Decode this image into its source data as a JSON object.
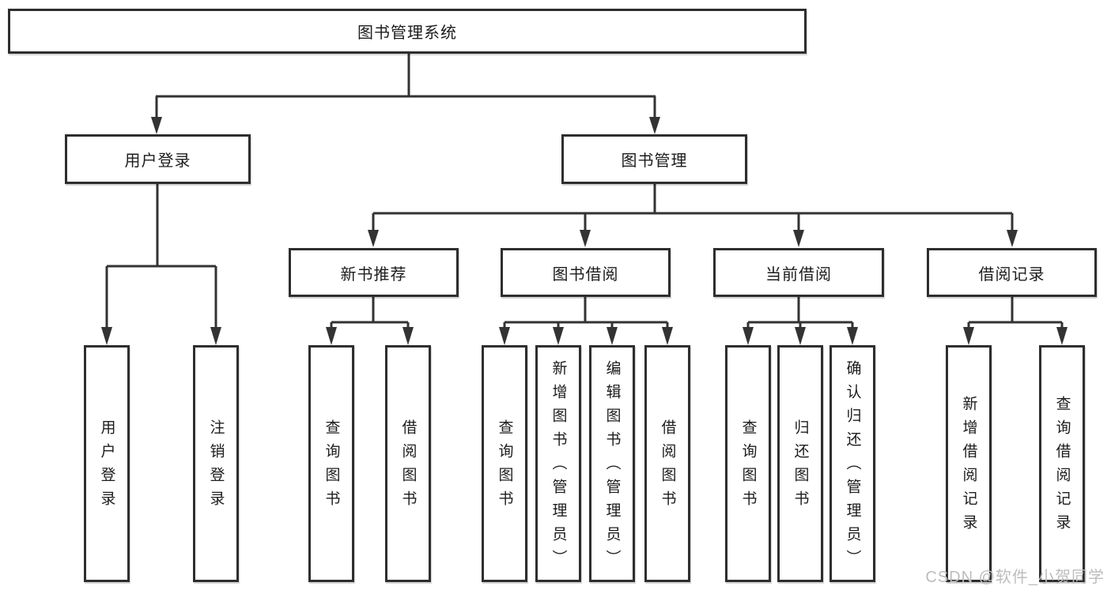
{
  "tree": {
    "label": "图书管理系统",
    "children": [
      {
        "label": "用户登录",
        "children": [
          {
            "label": "用户登录"
          },
          {
            "label": "注销登录"
          }
        ]
      },
      {
        "label": "图书管理",
        "children": [
          {
            "label": "新书推荐",
            "children": [
              {
                "label": "查询图书"
              },
              {
                "label": "借阅图书"
              }
            ]
          },
          {
            "label": "图书借阅",
            "children": [
              {
                "label": "查询图书"
              },
              {
                "label": "新增图书（管理员）"
              },
              {
                "label": "编辑图书（管理员）"
              },
              {
                "label": "借阅图书"
              }
            ]
          },
          {
            "label": "当前借阅",
            "children": [
              {
                "label": "查询图书"
              },
              {
                "label": "归还图书"
              },
              {
                "label": "确认归还（管理员）"
              }
            ]
          },
          {
            "label": "借阅记录",
            "children": [
              {
                "label": "新增借阅记录"
              },
              {
                "label": "查询借阅记录"
              }
            ]
          }
        ]
      }
    ]
  },
  "watermark": {
    "text": "CSDN @软件_小贺同学",
    "color": "#bdbdbd"
  },
  "colors": {
    "line": "#333333",
    "box_border": "#2e2e2e",
    "text": "#1c1c1c",
    "background": "#ffffff"
  }
}
